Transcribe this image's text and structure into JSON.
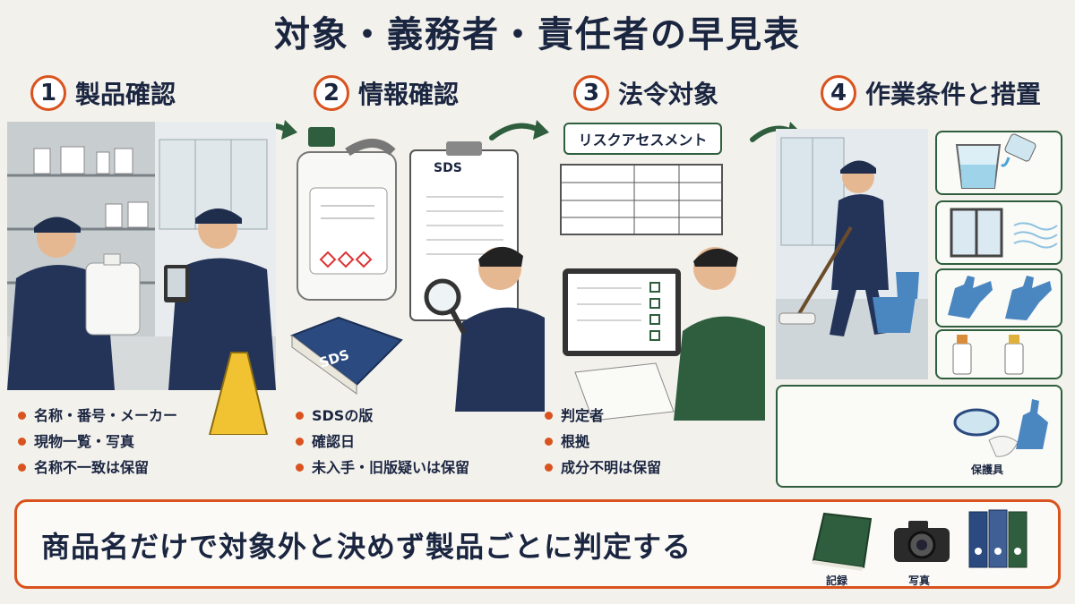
{
  "title": "対象・義務者・責任者の早見表",
  "steps": [
    {
      "num": "1",
      "label": "製品確認",
      "bullets": [
        "名称・番号・メーカー",
        "現物一覧・写真",
        "名称不一致は保留"
      ]
    },
    {
      "num": "2",
      "label": "情報確認",
      "bullets": [
        "SDSの版",
        "確認日",
        "未入手・旧版疑いは保留"
      ]
    },
    {
      "num": "3",
      "label": "法令対象",
      "bullets": [
        "判定者",
        "根拠",
        "成分不明は保留"
      ]
    },
    {
      "num": "4",
      "label": "作業条件と措置",
      "bullets": []
    }
  ],
  "sds_label": "SDS",
  "book_label": "SDS",
  "risk_assessment": "リスクアセスメント",
  "ppe_label": "保護具",
  "summary": "商品名だけで対象外と決めず製品ごとに判定する",
  "icons": {
    "record": "記録",
    "photo": "写真"
  },
  "colors": {
    "accent": "#d9531e",
    "green": "#2e5e3d",
    "navy": "#1a2540"
  }
}
